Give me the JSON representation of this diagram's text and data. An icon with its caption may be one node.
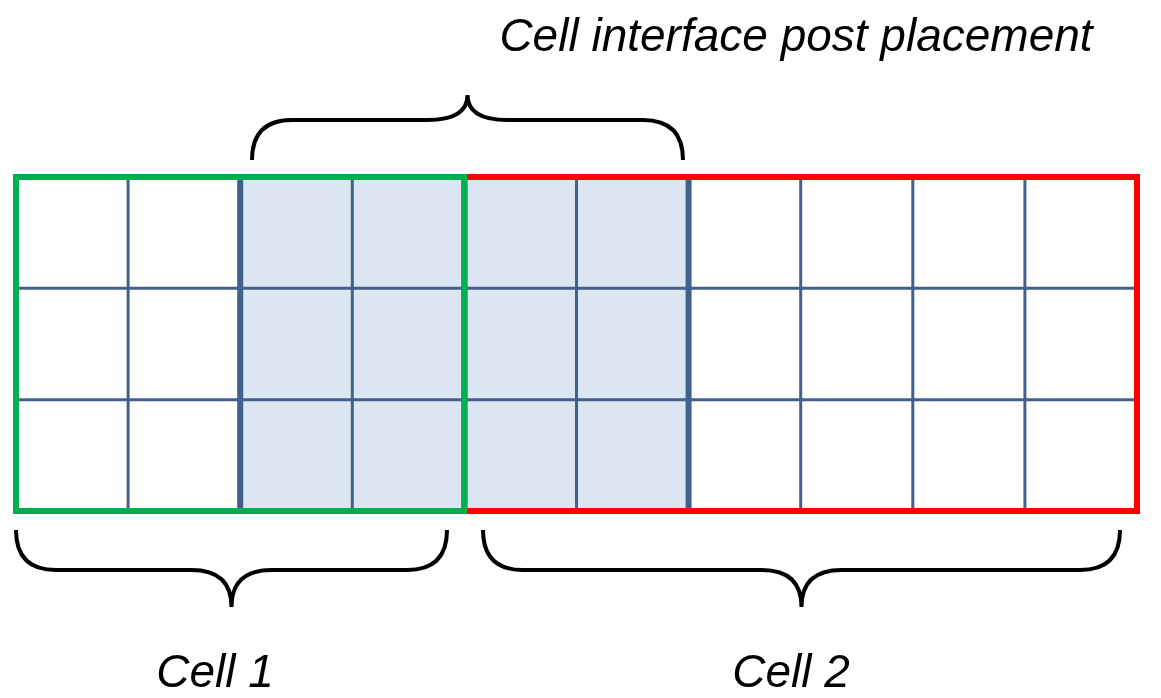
{
  "diagram": {
    "labels": [
      "Cell interface post placement",
      "Cell 1",
      "Cell 2"
    ]
  }
}
